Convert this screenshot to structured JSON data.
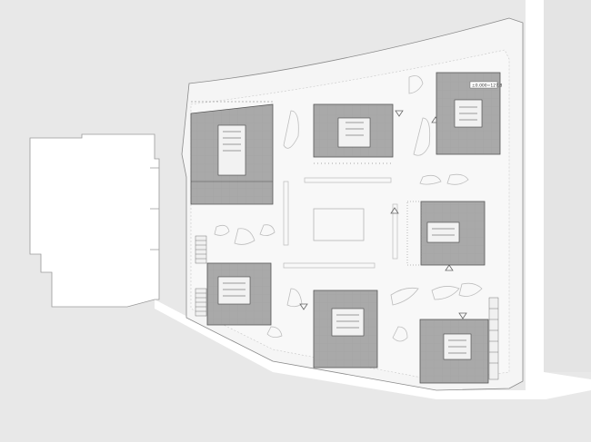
{
  "plan": {
    "label": "±0.000=127.8",
    "colors": {
      "background": "#e8e8e8",
      "site": "#f4f4f4",
      "road": "#ffffff",
      "building_fill": "#a9a9a9",
      "outline": "#555555",
      "landscape_outline": "#bdbdbd"
    },
    "buildings": [
      "building-nw",
      "building-n-center",
      "building-ne",
      "building-e",
      "building-w",
      "building-s-center",
      "building-se"
    ]
  }
}
